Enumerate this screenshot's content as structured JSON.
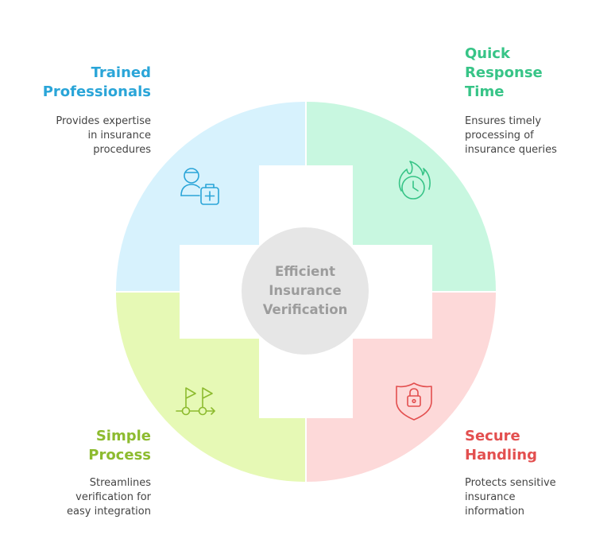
{
  "center": {
    "label": "Efficient\nInsurance\nVerification"
  },
  "colors": {
    "trained_fill": "#d7f2fd",
    "trained_accent": "#2aa5d8",
    "quick_fill": "#c8f7e0",
    "quick_accent": "#37c487",
    "simple_fill": "#e6f9b5",
    "simple_accent": "#8dbb2f",
    "secure_fill": "#fdd9d9",
    "secure_accent": "#e34f4f",
    "center_fill": "#e6e6e6",
    "center_text": "#9c9c9c"
  },
  "segments": {
    "trained": {
      "title": "Trained\nProfessionals",
      "description": "Provides expertise\nin insurance\nprocedures",
      "icon": "medical-professional-icon"
    },
    "quick": {
      "title": "Quick\nResponse\nTime",
      "description": "Ensures timely\nprocessing of\ninsurance queries",
      "icon": "fire-clock-icon"
    },
    "simple": {
      "title": "Simple\nProcess",
      "description": "Streamlines\nverification for\neasy integration",
      "icon": "flags-path-icon"
    },
    "secure": {
      "title": "Secure\nHandling",
      "description": "Protects sensitive\ninsurance\ninformation",
      "icon": "shield-lock-icon"
    }
  }
}
